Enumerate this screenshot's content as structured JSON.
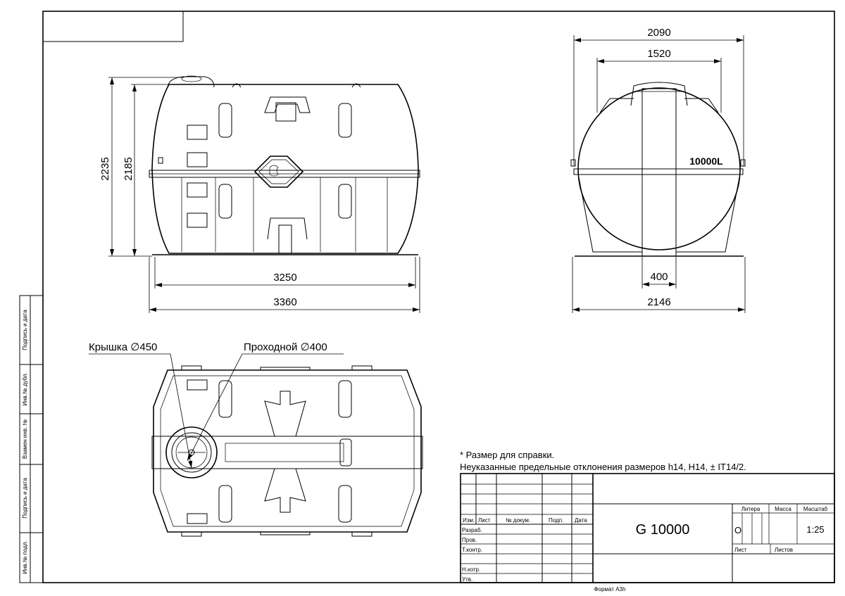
{
  "dimensions": {
    "side_total_height": "2235",
    "side_body_height": "2185",
    "side_inner_length": "3250",
    "side_total_length": "3360",
    "front_top_width": "2090",
    "front_body_width": "1520",
    "front_band_width": "400",
    "front_total_width": "2146"
  },
  "callouts": {
    "lid": "Крышка ∅450",
    "manhole": "Проходной ∅400"
  },
  "tank_label": "10000L",
  "notes": {
    "line1": "* Размер для справки.",
    "line2": "Неуказанные предельные отклонения размеров h14, H14, ± IT14/2."
  },
  "side_stamp": [
    "Подпись и дата",
    "Инв.№ дубл.",
    "Взамен инв. №",
    "Подпись и дата",
    "Инв.№ подл."
  ],
  "title_block": {
    "headers": [
      "Изм.",
      "Лист",
      "№ докум.",
      "Подп.",
      "Дата"
    ],
    "roles": [
      "Разраб.",
      "Пров.",
      "Т.контр.",
      "Н.котр.",
      "Утв."
    ],
    "designation": "G 10000",
    "litera_label": "Литера",
    "mass_label": "Масса",
    "scale_label": "Масштаб",
    "litera_value": "О",
    "scale_value": "1:25",
    "sheet_label": "Лист",
    "sheets_label": "Листов"
  },
  "format_label": "Формат А3h"
}
